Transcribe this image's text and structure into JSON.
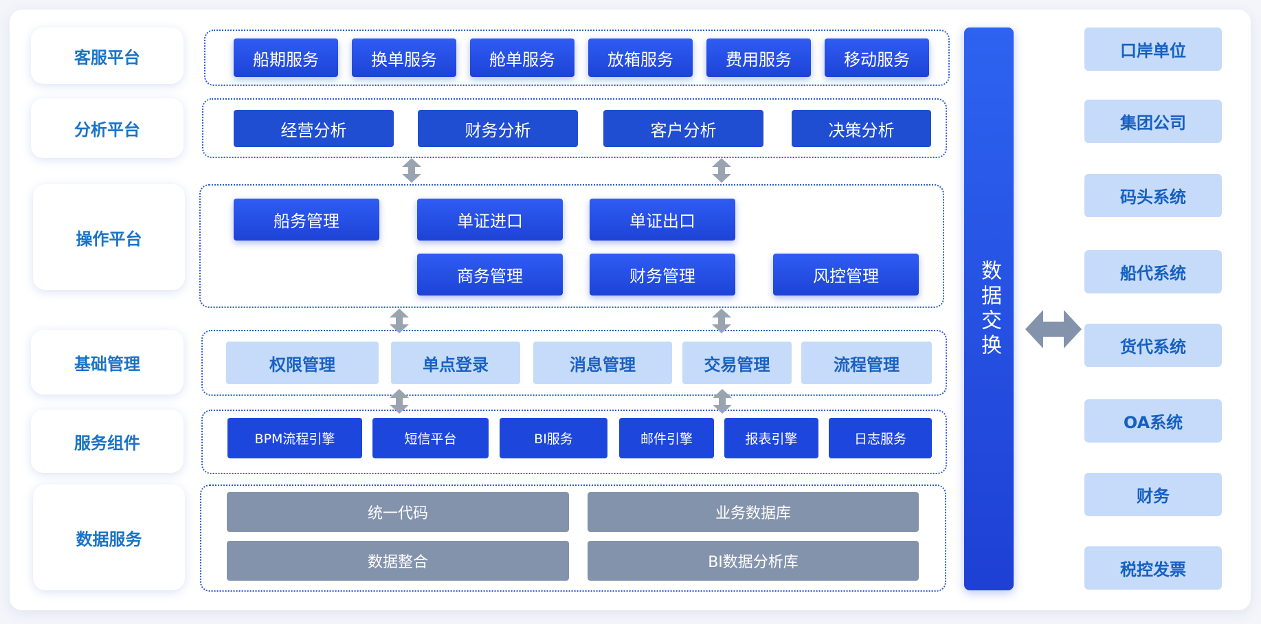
{
  "layers": {
    "customer_service": {
      "label": "客服平台",
      "items": [
        "船期服务",
        "换单服务",
        "舱单服务",
        "放箱服务",
        "费用服务",
        "移动服务"
      ]
    },
    "analysis": {
      "label": "分析平台",
      "items": [
        "经营分析",
        "财务分析",
        "客户分析",
        "决策分析"
      ]
    },
    "operation": {
      "label": "操作平台",
      "items": [
        "船务管理",
        "单证进口",
        "单证出口",
        "商务管理",
        "财务管理",
        "风控管理"
      ]
    },
    "foundation": {
      "label": "基础管理",
      "items": [
        "权限管理",
        "单点登录",
        "消息管理",
        "交易管理",
        "流程管理"
      ]
    },
    "service_components": {
      "label": "服务组件",
      "items": [
        "BPM流程引擎",
        "短信平台",
        "BI服务",
        "邮件引擎",
        "报表引擎",
        "日志服务"
      ]
    },
    "data_services": {
      "label": "数据服务",
      "items": [
        "统一代码",
        "业务数据库",
        "数据整合",
        "BI数据分析库"
      ]
    }
  },
  "exchange": {
    "label": "数据交换"
  },
  "external_systems": [
    "口岸单位",
    "集团公司",
    "码头系统",
    "船代系统",
    "货代系统",
    "OA系统",
    "财务",
    "税控发票"
  ],
  "colors": {
    "primary_blue": "#1f4ed2",
    "light_blue": "#c6dbf9",
    "gray": "#8493ac",
    "label_text": "#1a73c6",
    "arrow_gray": "#9aa3b0"
  }
}
